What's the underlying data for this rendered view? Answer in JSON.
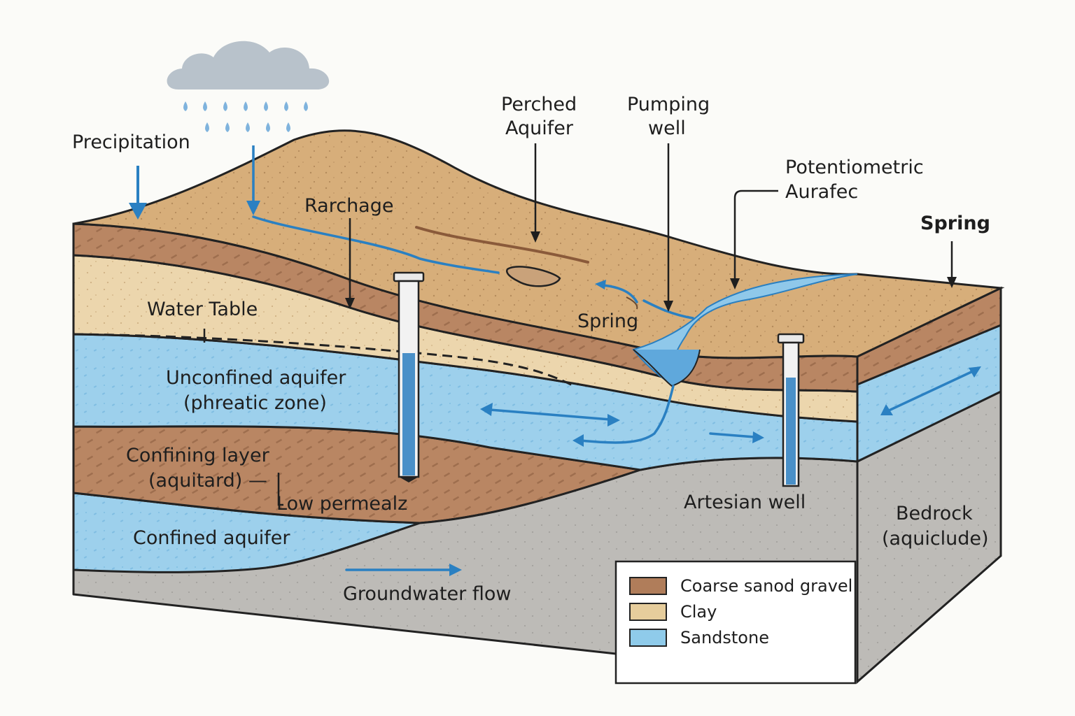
{
  "labels": {
    "precipitation": "Precipitation",
    "recharge": "Rarchage",
    "perched_line1": "Perched",
    "perched_line2": "Aquifer",
    "pumping_line1": "Pumping",
    "pumping_line2": "well",
    "potentiometric_line1": "Potentiometric",
    "potentiometric_line2": "Aurafec",
    "spring_right": "Spring",
    "spring_center": "Spring",
    "water_table": "Water Table",
    "unconfined_line1": "Unconfined aquifer",
    "unconfined_line2": "(phreatic zone)",
    "confining_line1": "Confining layer",
    "confining_line2": "(aquitard) —",
    "low_perm": "Low permealz",
    "confined": "Confined aquifer",
    "artesian": "Artesian well",
    "bedrock_line1": "Bedrock",
    "bedrock_line2": "(aquiclude)",
    "groundwater_flow": "Groundwater flow"
  },
  "legend": {
    "items": [
      {
        "label": "Coarse sanod gravel",
        "color": "#b07d5a"
      },
      {
        "label": "Clay",
        "color": "#e6cd9c"
      },
      {
        "label": "Sandstone",
        "color": "#8fcbea"
      }
    ]
  },
  "colors": {
    "sand_top": "#d7ae7a",
    "brown_band": "#b98663",
    "light_sand": "#ecd6ad",
    "water": "#9dd0ec",
    "bedrock": "#bdbbb7",
    "cloud": "#b8c2cb",
    "flow_blue": "#2a80c2"
  },
  "icons": {
    "cloud": "rain-cloud-icon",
    "well_pumping": "well-casing-icon",
    "well_artesian": "well-casing-icon"
  }
}
